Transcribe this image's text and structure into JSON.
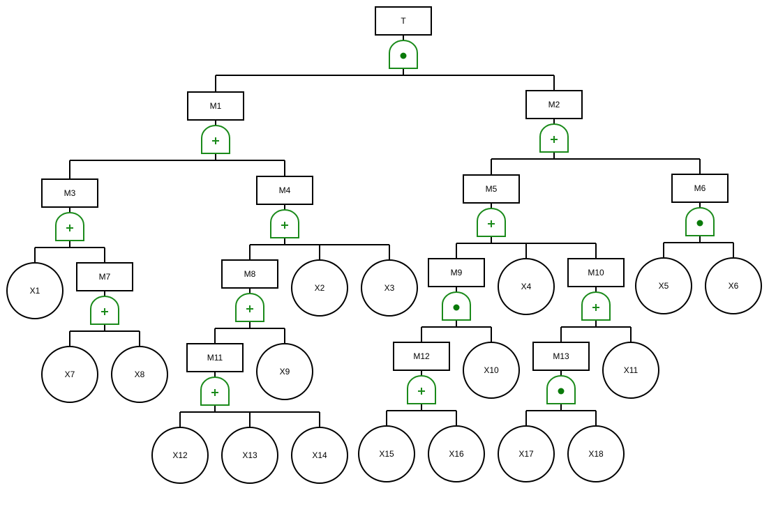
{
  "colors": {
    "gate": "#1a8a1a",
    "line": "#000000"
  },
  "events": {
    "T": "T",
    "M1": "M1",
    "M2": "M2",
    "M3": "M3",
    "M4": "M4",
    "M5": "M5",
    "M6": "M6",
    "M7": "M7",
    "M8": "M8",
    "M9": "M9",
    "M10": "M10",
    "M11": "M11",
    "M12": "M12",
    "M13": "M13",
    "X1": "X1",
    "X2": "X2",
    "X3": "X3",
    "X4": "X4",
    "X5": "X5",
    "X6": "X6",
    "X7": "X7",
    "X8": "X8",
    "X9": "X9",
    "X10": "X10",
    "X11": "X11",
    "X12": "X12",
    "X13": "X13",
    "X14": "X14",
    "X15": "X15",
    "X16": "X16",
    "X17": "X17",
    "X18": "X18"
  },
  "gates": {
    "T": "and",
    "M1": "or",
    "M2": "or",
    "M3": "or",
    "M4": "or",
    "M5": "or",
    "M6": "and",
    "M7": "or",
    "M8": "or",
    "M9": "and",
    "M10": "or",
    "M11": "or",
    "M12": "or",
    "M13": "and"
  }
}
